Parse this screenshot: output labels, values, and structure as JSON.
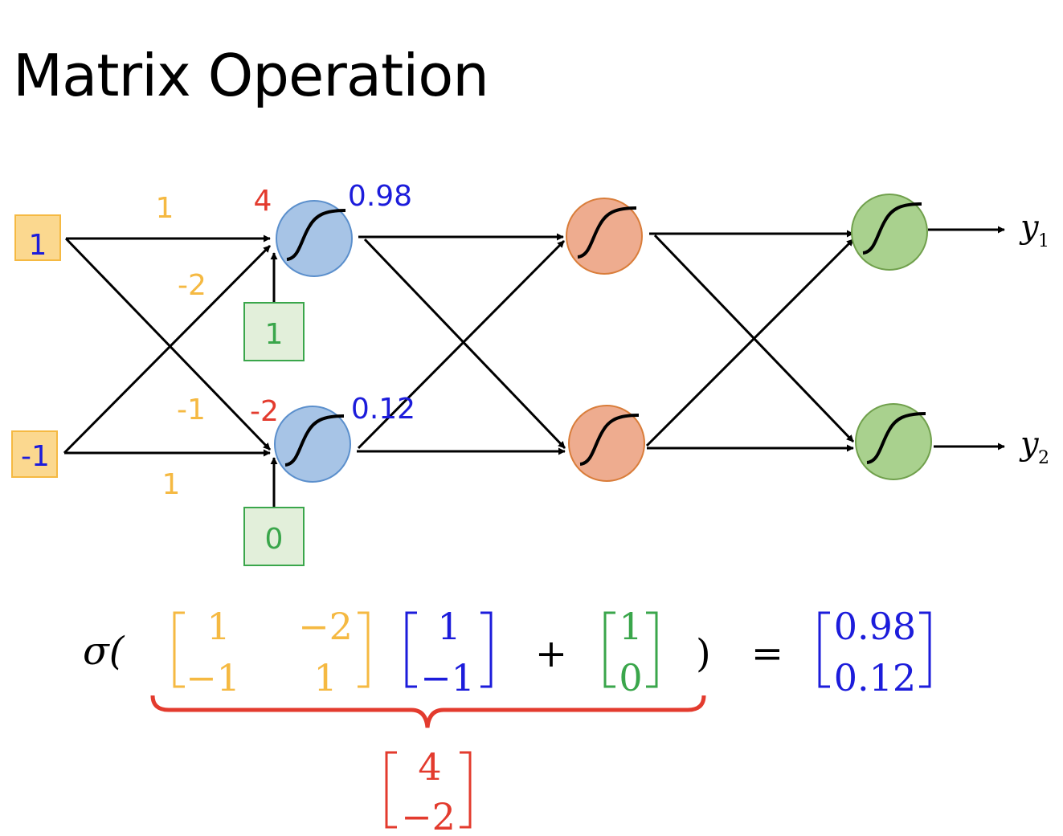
{
  "title": "Matrix Operation",
  "colors": {
    "weight": "#f5b942",
    "input": "#1c1cdb",
    "bias": "#3aa64b",
    "preactivation": "#e33b2e",
    "node_layer1": "#a7c4e6",
    "node_layer2": "#eeac8f",
    "node_layer3": "#a9d18e"
  },
  "network": {
    "inputs": [
      "1",
      "-1"
    ],
    "weights": {
      "w11": "1",
      "w12": "-2",
      "w21": "-1",
      "w22": "1"
    },
    "biases": [
      "1",
      "0"
    ],
    "preactivations": [
      "4",
      "-2"
    ],
    "activations": [
      "0.98",
      "0.12"
    ],
    "outputs": {
      "y1": {
        "base": "y",
        "sub": "1"
      },
      "y2": {
        "base": "y",
        "sub": "2"
      }
    }
  },
  "equation": {
    "sigma": "σ(",
    "weight_matrix": [
      [
        "1",
        "−2"
      ],
      [
        "−1",
        "1"
      ]
    ],
    "input_vector": [
      "1",
      "−1"
    ],
    "plus": "+",
    "bias_vector": [
      "1",
      "0"
    ],
    "close_paren": ")",
    "equals": "=",
    "result_vector": [
      "0.98",
      "0.12"
    ],
    "preactivation_vector": [
      "4",
      "−2"
    ]
  }
}
